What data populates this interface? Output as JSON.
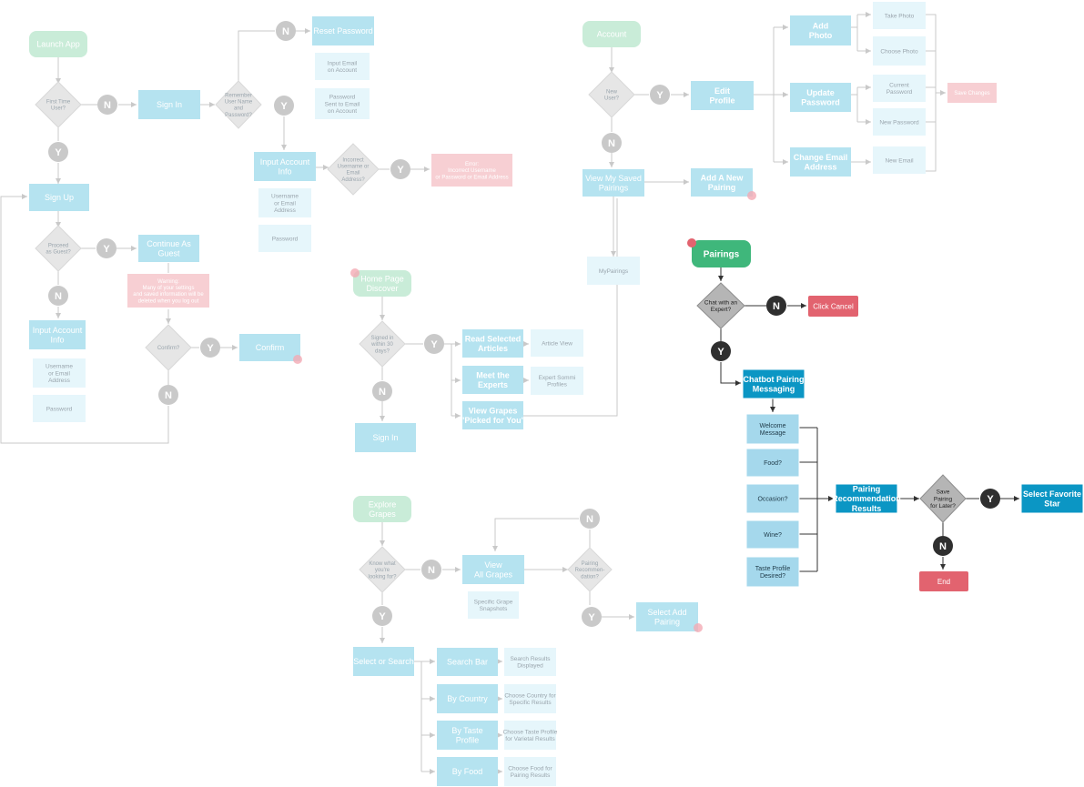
{
  "flows": {
    "launch": {
      "start": "Launch App",
      "first_time": [
        "First Time",
        "User?"
      ],
      "sign_in": "Sign In",
      "remember": [
        "Remember",
        "User Name",
        "and",
        "Password?"
      ],
      "reset_password": "Reset Password",
      "input_email": [
        "Input Email",
        "on Account"
      ],
      "password_sent": [
        "Password",
        "Sent to Email",
        "on Account"
      ],
      "input_account_info": [
        "Input Account",
        "Info"
      ],
      "username_email": [
        "Username",
        "or Email",
        "Address"
      ],
      "password": "Password",
      "incorrect": [
        "Incorrect",
        "Username or",
        "Email",
        "Address?"
      ],
      "error": [
        "Error:",
        "Incorrect Username",
        "or Password or Email Address"
      ],
      "sign_up": "Sign Up",
      "proceed_guest": [
        "Proceed",
        "as Guest?"
      ],
      "continue_guest": [
        "Continue As",
        "Guest"
      ],
      "warning": [
        "Warning:",
        "Many of your settings",
        "and saved information will be",
        "deleted when you log out"
      ],
      "input_account_info_2": [
        "Input Account",
        "Info"
      ],
      "username_email_2": [
        "Username",
        "or Email",
        "Address"
      ],
      "password_2": "Password",
      "confirm_q": "Confirm?",
      "confirm": "Confirm"
    },
    "account": {
      "start": "Account",
      "new_user": [
        "New",
        "User?"
      ],
      "edit_profile": [
        "Edit",
        "Profile"
      ],
      "add_photo": [
        "Add",
        "Photo"
      ],
      "take_photo": "Take Photo",
      "choose_photo": "Choose Photo",
      "update_password": [
        "Update",
        "Password"
      ],
      "current_password": [
        "Current",
        "Password"
      ],
      "new_password": "New Password",
      "save_changes": "Save Changes",
      "change_email": [
        "Change Email",
        "Address"
      ],
      "new_email": "New Email",
      "view_saved": [
        "View My Saved",
        "Pairings"
      ],
      "add_pairing": [
        "Add A New",
        "Pairing"
      ],
      "my_pairings": "MyPairings"
    },
    "home": {
      "start": [
        "Home Page",
        "Discover"
      ],
      "signed_in": [
        "Signed in",
        "within 30",
        "days?"
      ],
      "read_articles": [
        "Read Selected",
        "Articles"
      ],
      "article_view": "Article View",
      "meet_experts": [
        "Meet the",
        "Experts"
      ],
      "expert_profiles": [
        "Expert Sommi",
        "Profiles"
      ],
      "view_grapes": [
        "View Grapes",
        "\"Picked for You\""
      ],
      "sign_in": "Sign In"
    },
    "pairings": {
      "start": "Pairings",
      "chat_expert": [
        "Chat with an",
        "Expert?"
      ],
      "click_cancel": "Click Cancel",
      "chatbot": [
        "Chatbot Pairing",
        "Messaging"
      ],
      "welcome": [
        "Welcome",
        "Message"
      ],
      "food": "Food?",
      "occasion": "Occasion?",
      "wine": "Wine?",
      "taste_profile": [
        "Taste Profile",
        "Desired?"
      ],
      "results": [
        "Pairing",
        "Recommendation",
        "Results"
      ],
      "save_later": [
        "Save",
        "Pairing",
        "for Later?"
      ],
      "select_favorite": [
        "Select Favorite",
        "Star"
      ],
      "end": "End"
    },
    "explore": {
      "start": [
        "Explore",
        "Grapes"
      ],
      "know_what": [
        "Know what",
        "you're",
        "looking for?"
      ],
      "view_all": [
        "View",
        "All Grapes"
      ],
      "snapshots": [
        "Specific Grape",
        "Snapshots"
      ],
      "pairing_rec": [
        "Pairing",
        "Recommen-",
        "dation?"
      ],
      "select_add": [
        "Select Add",
        "Pairing"
      ],
      "select_search": "Select or Search",
      "search_bar": "Search Bar",
      "search_results": [
        "Search Results",
        "Displayed"
      ],
      "by_country": "By Country",
      "choose_country": [
        "Choose Country for",
        "Specific Results"
      ],
      "by_taste": [
        "By Taste",
        "Profile"
      ],
      "choose_taste": [
        "Choose Taste Profile",
        "for Varietal Results"
      ],
      "by_food": "By Food",
      "choose_food": [
        "Choose Food for",
        "Pairing Results"
      ]
    }
  },
  "labels": {
    "yes": "Y",
    "no": "N"
  },
  "colors": {
    "faded_start_fill": "#c9ecd8",
    "faded_start_text": "#ffffff",
    "start_fill": "#3fb77b",
    "faded_process_fill": "#b5e3f0",
    "faded_process_text": "#ffffff",
    "process_fill": "#0b96c4",
    "faded_sub_fill": "#e6f6fb",
    "faded_sub_text": "#9aa5ad",
    "sub_fill": "#a5d8ec",
    "faded_decision_fill": "#e6e6e6",
    "decision_fill": "#b5b5b5",
    "faded_badge": "#c9c9c9",
    "badge": "#2f2f2f",
    "faded_alert_fill": "#f7cfd3",
    "alert_fill": "#e2636f",
    "line_faded": "#c9c9c9",
    "line": "#333333"
  }
}
